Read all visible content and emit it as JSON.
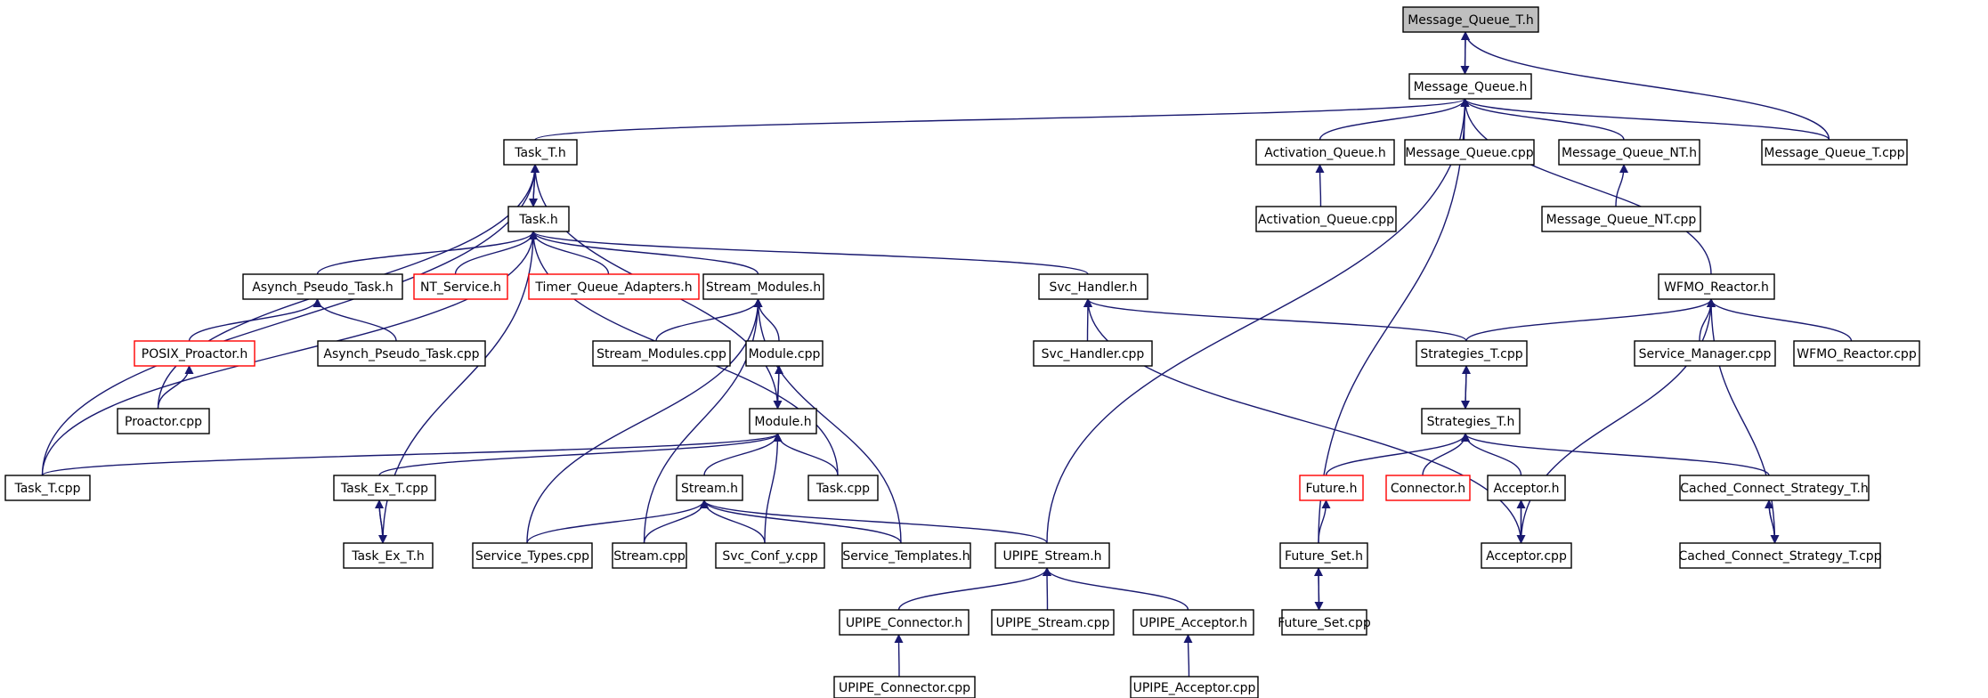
{
  "nodes": [
    {
      "id": "message_queue_t_h",
      "label": "Message_Queue_T.h",
      "kind": "root"
    },
    {
      "id": "message_queue_h",
      "label": "Message_Queue.h"
    },
    {
      "id": "task_t_h",
      "label": "Task_T.h"
    },
    {
      "id": "activation_queue_h",
      "label": "Activation_Queue.h"
    },
    {
      "id": "message_queue_cpp",
      "label": "Message_Queue.cpp"
    },
    {
      "id": "message_queue_nt_h",
      "label": "Message_Queue_NT.h"
    },
    {
      "id": "message_queue_t_cpp",
      "label": "Message_Queue_T.cpp"
    },
    {
      "id": "activation_queue_cpp",
      "label": "Activation_Queue.cpp"
    },
    {
      "id": "message_queue_nt_cpp",
      "label": "Message_Queue_NT.cpp"
    },
    {
      "id": "task_h",
      "label": "Task.h"
    },
    {
      "id": "asynch_pseudo_task_h",
      "label": "Asynch_Pseudo_Task.h"
    },
    {
      "id": "nt_service_h",
      "label": "NT_Service.h",
      "kind": "red"
    },
    {
      "id": "timer_queue_adapters_h",
      "label": "Timer_Queue_Adapters.h",
      "kind": "red"
    },
    {
      "id": "stream_modules_h",
      "label": "Stream_Modules.h"
    },
    {
      "id": "svc_handler_h",
      "label": "Svc_Handler.h"
    },
    {
      "id": "wfmo_reactor_h",
      "label": "WFMO_Reactor.h"
    },
    {
      "id": "posix_proactor_h",
      "label": "POSIX_Proactor.h",
      "kind": "red"
    },
    {
      "id": "asynch_pseudo_task_cpp",
      "label": "Asynch_Pseudo_Task.cpp"
    },
    {
      "id": "stream_modules_cpp",
      "label": "Stream_Modules.cpp"
    },
    {
      "id": "module_cpp",
      "label": "Module.cpp"
    },
    {
      "id": "svc_handler_cpp",
      "label": "Svc_Handler.cpp"
    },
    {
      "id": "strategies_t_cpp",
      "label": "Strategies_T.cpp"
    },
    {
      "id": "service_manager_cpp",
      "label": "Service_Manager.cpp"
    },
    {
      "id": "wfmo_reactor_cpp",
      "label": "WFMO_Reactor.cpp"
    },
    {
      "id": "proactor_cpp",
      "label": "Proactor.cpp"
    },
    {
      "id": "module_h",
      "label": "Module.h"
    },
    {
      "id": "strategies_t_h",
      "label": "Strategies_T.h"
    },
    {
      "id": "task_t_cpp",
      "label": "Task_T.cpp"
    },
    {
      "id": "task_ex_t_cpp",
      "label": "Task_Ex_T.cpp"
    },
    {
      "id": "stream_h",
      "label": "Stream.h"
    },
    {
      "id": "task_cpp",
      "label": "Task.cpp"
    },
    {
      "id": "future_h",
      "label": "Future.h",
      "kind": "red"
    },
    {
      "id": "connector_h",
      "label": "Connector.h",
      "kind": "red"
    },
    {
      "id": "acceptor_h",
      "label": "Acceptor.h"
    },
    {
      "id": "cached_connect_strategy_t_h",
      "label": "Cached_Connect_Strategy_T.h"
    },
    {
      "id": "task_ex_t_h",
      "label": "Task_Ex_T.h"
    },
    {
      "id": "service_types_cpp",
      "label": "Service_Types.cpp"
    },
    {
      "id": "stream_cpp",
      "label": "Stream.cpp"
    },
    {
      "id": "svc_conf_y_cpp",
      "label": "Svc_Conf_y.cpp"
    },
    {
      "id": "service_templates_h",
      "label": "Service_Templates.h"
    },
    {
      "id": "upipe_stream_h",
      "label": "UPIPE_Stream.h"
    },
    {
      "id": "future_set_h",
      "label": "Future_Set.h"
    },
    {
      "id": "acceptor_cpp",
      "label": "Acceptor.cpp"
    },
    {
      "id": "cached_connect_strategy_t_cpp",
      "label": "Cached_Connect_Strategy_T.cpp"
    },
    {
      "id": "upipe_connector_h",
      "label": "UPIPE_Connector.h"
    },
    {
      "id": "upipe_stream_cpp",
      "label": "UPIPE_Stream.cpp"
    },
    {
      "id": "upipe_acceptor_h",
      "label": "UPIPE_Acceptor.h"
    },
    {
      "id": "future_set_cpp",
      "label": "Future_Set.cpp"
    },
    {
      "id": "upipe_connector_cpp",
      "label": "UPIPE_Connector.cpp"
    },
    {
      "id": "upipe_acceptor_cpp",
      "label": "UPIPE_Acceptor.cpp"
    }
  ],
  "edges": [
    [
      "message_queue_h",
      "message_queue_t_h"
    ],
    [
      "message_queue_t_cpp",
      "message_queue_t_h"
    ],
    [
      "message_queue_t_h",
      "message_queue_h"
    ],
    [
      "task_t_h",
      "message_queue_h"
    ],
    [
      "activation_queue_h",
      "message_queue_h"
    ],
    [
      "message_queue_cpp",
      "message_queue_h"
    ],
    [
      "message_queue_nt_h",
      "message_queue_h"
    ],
    [
      "message_queue_t_cpp",
      "message_queue_h"
    ],
    [
      "wfmo_reactor_h",
      "message_queue_h"
    ],
    [
      "upipe_stream_h",
      "message_queue_h"
    ],
    [
      "future_set_h",
      "message_queue_h"
    ],
    [
      "activation_queue_cpp",
      "activation_queue_h"
    ],
    [
      "message_queue_nt_cpp",
      "message_queue_nt_h"
    ],
    [
      "task_h",
      "task_t_h"
    ],
    [
      "task_t_h",
      "task_h"
    ],
    [
      "task_t_cpp",
      "task_t_h"
    ],
    [
      "proactor_cpp",
      "task_t_h"
    ],
    [
      "module_h",
      "task_t_h"
    ],
    [
      "asynch_pseudo_task_h",
      "task_h"
    ],
    [
      "nt_service_h",
      "task_h"
    ],
    [
      "timer_queue_adapters_h",
      "task_h"
    ],
    [
      "stream_modules_h",
      "task_h"
    ],
    [
      "svc_handler_h",
      "task_h"
    ],
    [
      "task_cpp",
      "task_h"
    ],
    [
      "task_ex_t_h",
      "task_h"
    ],
    [
      "task_t_cpp",
      "task_h"
    ],
    [
      "posix_proactor_h",
      "asynch_pseudo_task_h"
    ],
    [
      "asynch_pseudo_task_cpp",
      "asynch_pseudo_task_h"
    ],
    [
      "proactor_cpp",
      "posix_proactor_h"
    ],
    [
      "stream_modules_cpp",
      "stream_modules_h"
    ],
    [
      "module_cpp",
      "stream_modules_h"
    ],
    [
      "service_types_cpp",
      "stream_modules_h"
    ],
    [
      "stream_cpp",
      "stream_modules_h"
    ],
    [
      "service_templates_h",
      "stream_modules_h"
    ],
    [
      "module_h",
      "module_cpp"
    ],
    [
      "module_cpp",
      "module_h"
    ],
    [
      "task_t_cpp",
      "module_h"
    ],
    [
      "task_ex_t_cpp",
      "module_h"
    ],
    [
      "stream_h",
      "module_h"
    ],
    [
      "task_cpp",
      "module_h"
    ],
    [
      "svc_conf_y_cpp",
      "module_h"
    ],
    [
      "task_ex_t_h",
      "task_ex_t_cpp"
    ],
    [
      "task_ex_t_cpp",
      "task_ex_t_h"
    ],
    [
      "service_types_cpp",
      "stream_h"
    ],
    [
      "stream_cpp",
      "stream_h"
    ],
    [
      "svc_conf_y_cpp",
      "stream_h"
    ],
    [
      "service_templates_h",
      "stream_h"
    ],
    [
      "upipe_stream_h",
      "stream_h"
    ],
    [
      "upipe_connector_h",
      "upipe_stream_h"
    ],
    [
      "upipe_stream_cpp",
      "upipe_stream_h"
    ],
    [
      "upipe_acceptor_h",
      "upipe_stream_h"
    ],
    [
      "upipe_connector_cpp",
      "upipe_connector_h"
    ],
    [
      "upipe_acceptor_cpp",
      "upipe_acceptor_h"
    ],
    [
      "svc_handler_cpp",
      "svc_handler_h"
    ],
    [
      "strategies_t_cpp",
      "svc_handler_h"
    ],
    [
      "acceptor_cpp",
      "svc_handler_h"
    ],
    [
      "strategies_t_cpp",
      "wfmo_reactor_h"
    ],
    [
      "service_manager_cpp",
      "wfmo_reactor_h"
    ],
    [
      "wfmo_reactor_cpp",
      "wfmo_reactor_h"
    ],
    [
      "acceptor_cpp",
      "wfmo_reactor_h"
    ],
    [
      "cached_connect_strategy_t_cpp",
      "wfmo_reactor_h"
    ],
    [
      "strategies_t_h",
      "strategies_t_cpp"
    ],
    [
      "strategies_t_cpp",
      "strategies_t_h"
    ],
    [
      "future_h",
      "strategies_t_h"
    ],
    [
      "connector_h",
      "strategies_t_h"
    ],
    [
      "acceptor_h",
      "strategies_t_h"
    ],
    [
      "cached_connect_strategy_t_h",
      "strategies_t_h"
    ],
    [
      "acceptor_cpp",
      "acceptor_h"
    ],
    [
      "acceptor_h",
      "acceptor_cpp"
    ],
    [
      "cached_connect_strategy_t_cpp",
      "cached_connect_strategy_t_h"
    ],
    [
      "cached_connect_strategy_t_h",
      "cached_connect_strategy_t_cpp"
    ],
    [
      "future_set_h",
      "future_h"
    ],
    [
      "future_set_cpp",
      "future_set_h"
    ],
    [
      "future_set_h",
      "future_set_cpp"
    ]
  ]
}
